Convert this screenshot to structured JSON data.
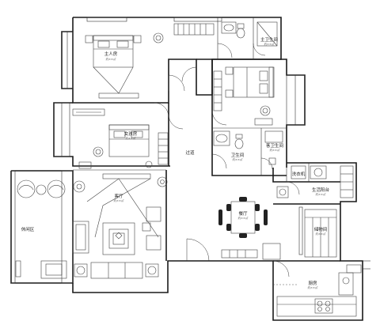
{
  "rooms": {
    "master_bedroom": {
      "label": "主人房",
      "area": "约××㎡"
    },
    "daughter_room": {
      "label": "女孩房",
      "area": "约××㎡"
    },
    "second_bedroom": {
      "label": "",
      "area": ""
    },
    "bathroom_master": {
      "label": "主卫生间",
      "area": "约××㎡"
    },
    "bathroom_guest": {
      "label": "卫生间",
      "area": "约××㎡"
    },
    "bathroom_small": {
      "label": "客卫生间",
      "area": "约××㎡"
    },
    "corridor": {
      "label": "过道",
      "area": ""
    },
    "dining": {
      "label": "餐厅",
      "area": "约××㎡"
    },
    "living": {
      "label": "客厅",
      "area": "约××㎡"
    },
    "balcony": {
      "label": "休闲区",
      "area": ""
    },
    "utility": {
      "label": "生活阳台",
      "area": "约××㎡"
    },
    "storage": {
      "label": "储物间",
      "area": "约××㎡"
    },
    "laundry": {
      "label": "洗衣机",
      "area": ""
    },
    "kitchen": {
      "label": "厨房",
      "area": "约××㎡"
    }
  }
}
